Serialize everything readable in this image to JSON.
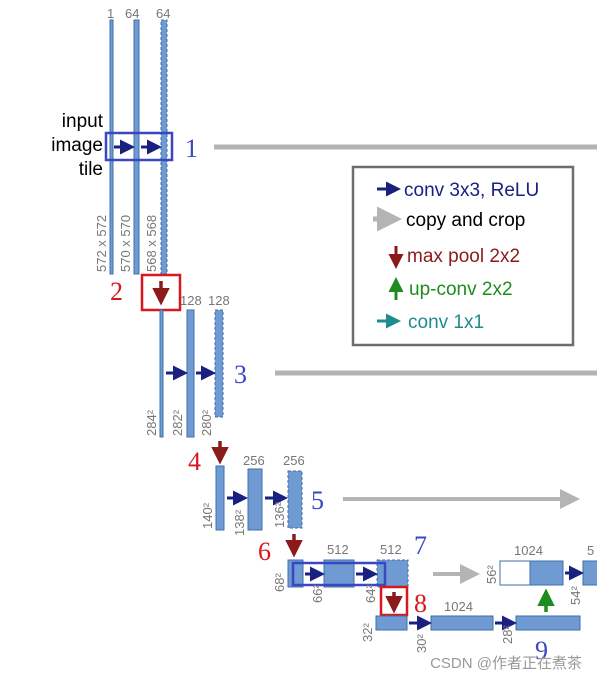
{
  "channels": {
    "in": "1",
    "c64a": "64",
    "c64b": "64",
    "c128a": "128",
    "c128b": "128",
    "c256a": "256",
    "c256b": "256",
    "c512a": "512",
    "c512b": "512",
    "c1024a": "1024",
    "c1024b": "1024",
    "c512c": "5"
  },
  "dims": {
    "d572": "572 x 572",
    "d570": "570 x 570",
    "d568": "568 x 568",
    "d284": "284²",
    "d282": "282²",
    "d280": "280²",
    "d140": "140²",
    "d138": "138²",
    "d136": "136²",
    "d68": "68²",
    "d66": "66²",
    "d64": "64²",
    "d32": "32²",
    "d30": "30²",
    "d28": "28²",
    "d56": "56²",
    "d54": "54²"
  },
  "input_label": [
    "input",
    "image",
    "tile"
  ],
  "step_numbers": {
    "n1": "1",
    "n2": "2",
    "n3": "3",
    "n4": "4",
    "n5": "5",
    "n6": "6",
    "n7": "7",
    "n8": "8",
    "n9": "9"
  },
  "legend": {
    "conv": "conv 3x3, ReLU",
    "copy": "copy and crop",
    "pool": "max pool 2x2",
    "upconv": "up-conv 2x2",
    "conv1": "conv 1x1"
  },
  "colors": {
    "block_fill": "#6f9bd2",
    "block_stroke": "#3f6fa8",
    "conv_arrow": "#1a2080",
    "copy_arrow": "#b4b4b4",
    "pool_arrow": "#8b1a1a",
    "upconv_arrow": "#1e8c1e",
    "conv1_arrow": "#1e8c8c",
    "highlight_blue": "#3b46c4",
    "highlight_red": "#d8181f"
  },
  "watermark": "CSDN @作者正在煮茶"
}
